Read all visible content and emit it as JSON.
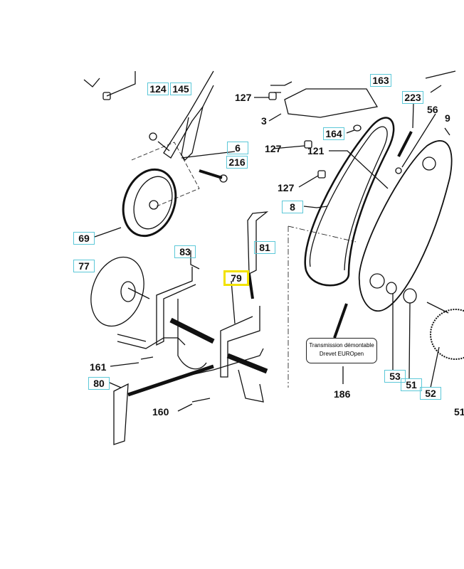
{
  "diagram": {
    "boxed_labels": [
      "124",
      "145",
      "163",
      "223",
      "164",
      "6",
      "216",
      "8",
      "69",
      "81",
      "83",
      "77",
      "80",
      "53",
      "51",
      "52"
    ],
    "highlighted_label": "79",
    "plain_labels": [
      "127",
      "3",
      "56",
      "9",
      "127",
      "121",
      "127",
      "161",
      "160",
      "186",
      "51"
    ],
    "plate": {
      "line1": "Transmission démontable",
      "line2": "Drevet EUROpen"
    },
    "colors": {
      "box": "#5cc8d8",
      "highlight": "#f2e200"
    }
  }
}
